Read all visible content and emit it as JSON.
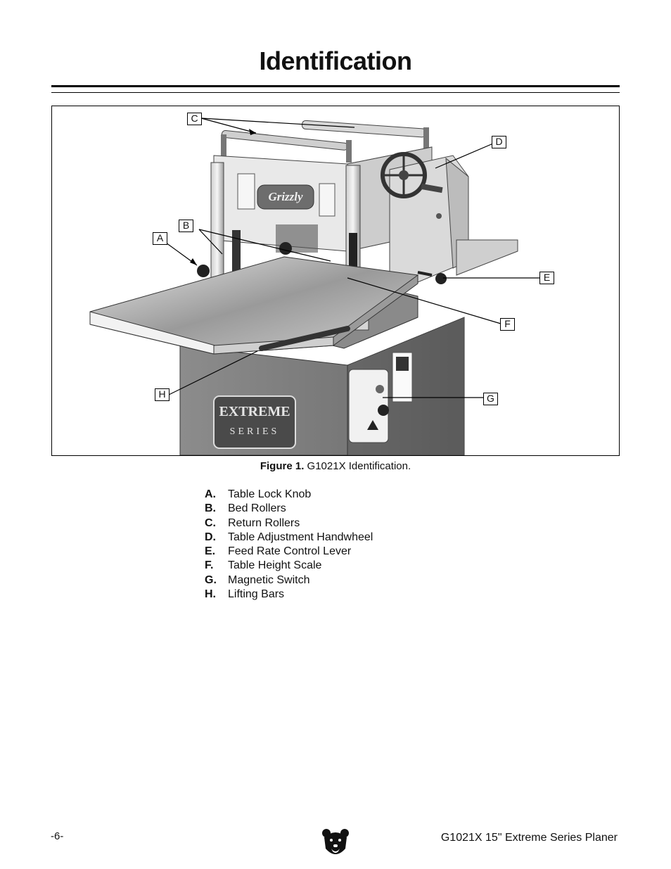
{
  "page": {
    "title": "Identification",
    "figure_caption_label": "Figure 1.",
    "figure_caption_text": "G1021X Identification.",
    "footer_page": "-6-",
    "footer_doc": "G1021X 15\" Extreme Series Planer"
  },
  "figure": {
    "callouts": [
      "A",
      "B",
      "C",
      "D",
      "E",
      "F",
      "G",
      "H"
    ],
    "badge_line1": "EXTREME",
    "badge_line2": "SERIES",
    "brand_plate": "Grizzly"
  },
  "legend": [
    {
      "key": "A.",
      "label": "Table Lock Knob"
    },
    {
      "key": "B.",
      "label": "Bed Rollers"
    },
    {
      "key": "C.",
      "label": "Return Rollers"
    },
    {
      "key": "D.",
      "label": "Table Adjustment Handwheel"
    },
    {
      "key": "E.",
      "label": "Feed Rate Control Lever"
    },
    {
      "key": "F.",
      "label": "Table Height Scale"
    },
    {
      "key": "G.",
      "label": "Magnetic Switch"
    },
    {
      "key": "H.",
      "label": "Lifting Bars"
    }
  ]
}
